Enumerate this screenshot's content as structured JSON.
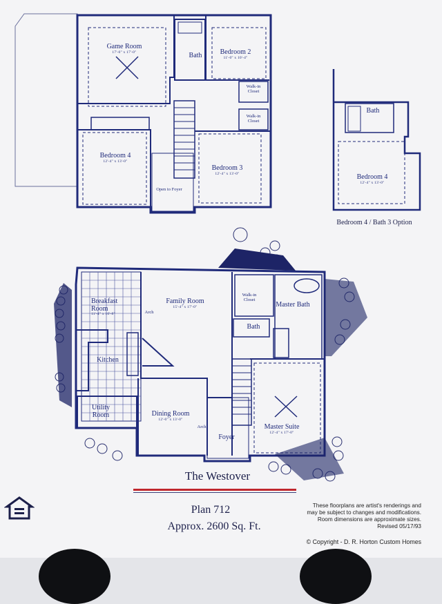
{
  "document": {
    "title": "The Westover",
    "plan_number": "Plan 712",
    "square_feet": "Approx. 2600 Sq. Ft.",
    "disclaimer_lines": [
      "These floorplans are artist's renderings and",
      "may be subject to changes and modifications.",
      "Room dimensions are approximate sizes.",
      "Revised 05/17/93"
    ],
    "copyright": "© Copyright -  D. R. Horton Custom Homes",
    "option_caption": "Bedroom 4 / Bath 3  Option"
  },
  "upper_floor": {
    "rooms": [
      {
        "name": "Game Room",
        "dims": "17'-0\" x 17'-0\""
      },
      {
        "name": "Bath",
        "dims": ""
      },
      {
        "name": "Bedroom 2",
        "dims": "11'-0\" x 10'-4\""
      },
      {
        "name": "Bedroom 4",
        "dims": "12'-4\" x 13'-0\""
      },
      {
        "name": "Bedroom 3",
        "dims": "12'-4\" x 13'-0\""
      }
    ],
    "notes": [
      "Walk-in Closet",
      "Walk-in Closet",
      "Open to Foyer"
    ]
  },
  "option_plan": {
    "rooms": [
      {
        "name": "Bath",
        "dims": ""
      },
      {
        "name": "Bedroom 4",
        "dims": "12'-4\" x 13'-0\""
      }
    ]
  },
  "lower_floor": {
    "rooms": [
      {
        "name": "Breakfast Room",
        "dims": "11'-4\" x 10'-8\""
      },
      {
        "name": "Family Room",
        "dims": "15'-4\" x 17'-0\""
      },
      {
        "name": "Kitchen",
        "dims": ""
      },
      {
        "name": "Utility Room",
        "dims": ""
      },
      {
        "name": "Dining Room",
        "dims": "12'-0\" x 13'-0\""
      },
      {
        "name": "Master Bath",
        "dims": ""
      },
      {
        "name": "Bath",
        "dims": ""
      },
      {
        "name": "Master Suite",
        "dims": "12'-4\" x 17'-0\""
      },
      {
        "name": "Foyer",
        "dims": ""
      }
    ],
    "notes": [
      "Walk-in Closet",
      "Arch",
      "Arch"
    ]
  },
  "colors": {
    "plan_ink": "#1f2a7a",
    "accent_rule": "#c0282e",
    "paper": "#f4f4f6"
  },
  "icons": [
    "equal-housing-opportunity-icon",
    "ceiling-fan-icon"
  ]
}
